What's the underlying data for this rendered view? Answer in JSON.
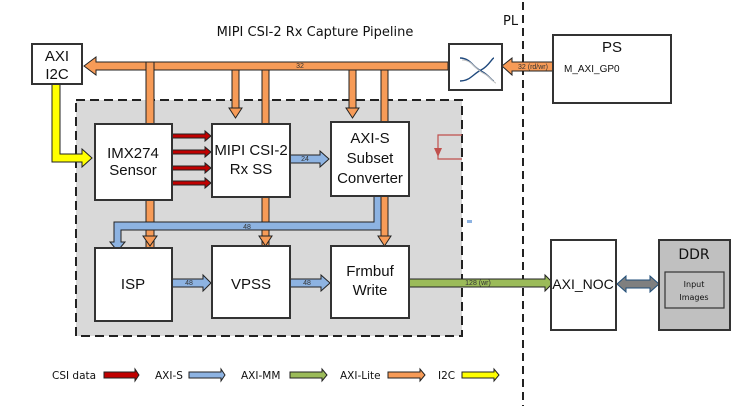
{
  "title": "MIPI CSI-2 Rx Capture Pipeline",
  "regions": {
    "pl_label": "PL"
  },
  "blocks": {
    "axi_i2c": {
      "line1": "AXI",
      "line2": "I2C"
    },
    "ps": {
      "title": "PS",
      "port": "M_AXI_GP0"
    },
    "imx274": {
      "line1": "IMX274",
      "line2": "Sensor"
    },
    "mipi": {
      "line1": "MIPI CSI-2",
      "line2": "Rx SS"
    },
    "subset": {
      "line1": "AXI-S",
      "line2": "Subset",
      "line3": "Converter"
    },
    "isp": {
      "label": "ISP"
    },
    "vpss": {
      "label": "VPSS"
    },
    "frmbuf": {
      "line1": "Frmbuf",
      "line2": "Write"
    },
    "axi_noc": {
      "label": "AXI_NOC"
    },
    "ddr": {
      "title": "DDR",
      "inner_line1": "Input",
      "inner_line2": "Images"
    }
  },
  "links": {
    "lite_bus_width": "32",
    "ps_link": "32 (rd/wr)",
    "mipi_to_subset": "24",
    "subset_to_isp": "48",
    "isp_to_vpss": "48",
    "vpss_to_frmbuf": "48",
    "frmbuf_to_noc": "128 (wr)"
  },
  "legend": [
    {
      "label": "CSI data",
      "color": "#c00000"
    },
    {
      "label": "AXI-S",
      "color": "#8db3e2"
    },
    {
      "label": "AXI-MM",
      "color": "#9bbb59"
    },
    {
      "label": "AXI-Lite",
      "color": "#f79b57"
    },
    {
      "label": "I2C",
      "color": "#ffff00"
    }
  ]
}
